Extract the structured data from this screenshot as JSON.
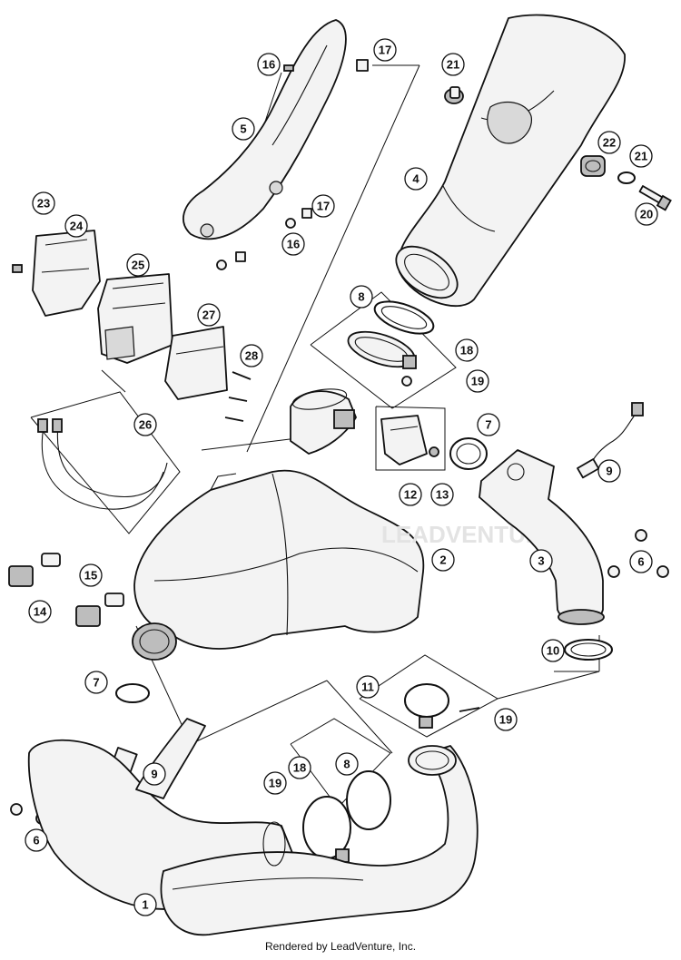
{
  "diagram": {
    "part_numbers": [
      "1",
      "2",
      "3",
      "4",
      "5",
      "6",
      "7",
      "8",
      "9",
      "10",
      "11",
      "12",
      "13",
      "14",
      "15",
      "16",
      "17",
      "18",
      "19",
      "20",
      "21",
      "22",
      "23",
      "24",
      "25",
      "26",
      "27",
      "28"
    ],
    "watermark": "LEADVENTURE"
  },
  "footer": {
    "credit": "Rendered by LeadVenture, Inc."
  }
}
